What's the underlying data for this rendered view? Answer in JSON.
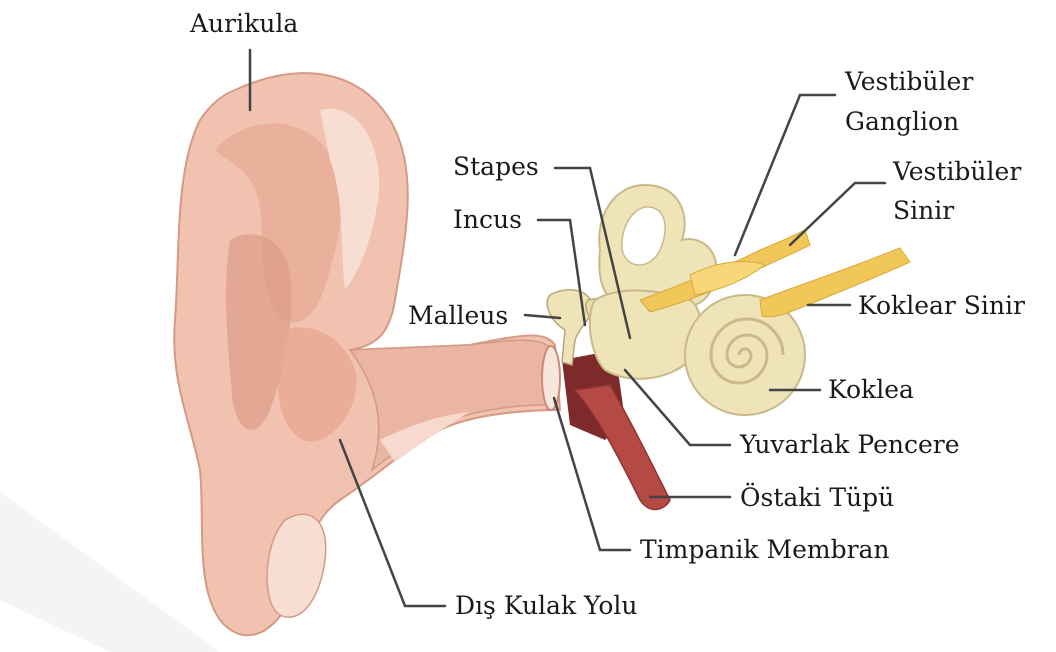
{
  "labels": {
    "aurikula": "Aurikula",
    "vestibuler_ganglion_1": "Vestibüler",
    "vestibuler_ganglion_2": "Ganglion",
    "vestibuler_sinir_1": "Vestibüler",
    "vestibuler_sinir_2": "Sinir",
    "stapes": "Stapes",
    "incus": "Incus",
    "malleus": "Malleus",
    "koklear_sinir": "Koklear Sinir",
    "koklea": "Koklea",
    "yuvarlak_pencere": "Yuvarlak Pencere",
    "ostaki_tupu": "Östaki Tüpü",
    "timpanik_membran": "Timpanik Membran",
    "dis_kulak_yolu": "Dış Kulak Yolu"
  },
  "colors": {
    "skin": "#f1c2b0",
    "skin_light": "#f8ddd2",
    "skin_dark": "#dda08c",
    "bone": "#efe4b8",
    "bone_edge": "#c9b98a",
    "nerve": "#f2c75a",
    "tube": "#b54a44",
    "leader": "#444444"
  }
}
